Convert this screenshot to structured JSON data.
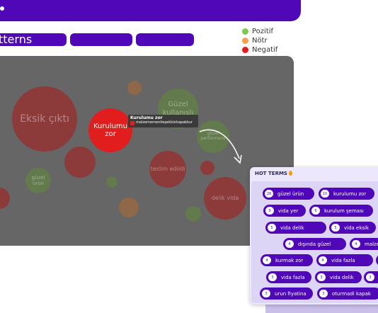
{
  "header": {
    "title_fragment": "tterns"
  },
  "legend": [
    {
      "label": "Pozitif",
      "color": "#7ec850"
    },
    {
      "label": "Nötr",
      "color": "#f6a04d"
    },
    {
      "label": "Negatif",
      "color": "#e11d1d"
    }
  ],
  "bubbles": [
    {
      "label": "Eksik çıktı",
      "sentiment": "Negatif"
    },
    {
      "label": "Kurulumu zor",
      "sentiment": "Negatif",
      "highlighted": true
    },
    {
      "label": "Güzel kullanışlı",
      "sentiment": "Pozitif"
    },
    {
      "label": "güzel performans",
      "sentiment": "Pozitif"
    },
    {
      "label": "teslim edildi",
      "sentiment": "Negatif"
    },
    {
      "label": "delik vida",
      "sentiment": "Negatif"
    },
    {
      "label": "güzel ürün",
      "sentiment": "Pozitif"
    }
  ],
  "tooltip": {
    "title": "Kurulumu zor",
    "text": "malzememeniteşekkürkapakkur"
  },
  "hot_terms": {
    "title": "HOT TERMS",
    "tags": [
      {
        "count": "28",
        "label": "güzel ürün"
      },
      {
        "count": "10",
        "label": "kurulumu zor"
      },
      {
        "count": "9",
        "label": "vida yer"
      },
      {
        "count": "6",
        "label": "kurulum şeması"
      },
      {
        "count": "5",
        "label": "vida delik"
      },
      {
        "count": "5",
        "label": "vida eksik"
      },
      {
        "count": "4",
        "label": "dışında güzel"
      },
      {
        "count": "4",
        "label": "malzeme"
      },
      {
        "count": "4",
        "label": "kurmak zor"
      },
      {
        "count": "4",
        "label": "vida fazla"
      },
      {
        "count": "",
        "label": ""
      },
      {
        "count": "3",
        "label": "vida fazla"
      },
      {
        "count": "3",
        "label": "vida delik"
      },
      {
        "count": "3",
        "label": ""
      },
      {
        "count": "3",
        "label": "urun fiyatina"
      },
      {
        "count": "3",
        "label": "oturmadi kapak"
      },
      {
        "count": "",
        "label": ""
      }
    ]
  }
}
